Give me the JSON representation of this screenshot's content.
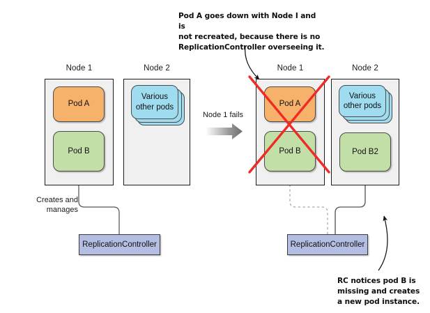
{
  "diagram": {
    "title": "ReplicationController pod recovery on node failure",
    "colors": {
      "node_fill": "#f0f0f0",
      "node_stroke": "#1d1d1d",
      "pod_a": "#f6b26b",
      "pod_b": "#c3dfa8",
      "various_pods": "#9fdcf0",
      "replication_controller": "#b4bee2",
      "failure_x": "#ee2b24",
      "arrow": "#555555"
    }
  },
  "left_scene": {
    "nodes": [
      {
        "label": "Node 1",
        "pods": [
          {
            "label": "Pod A",
            "style": "orange"
          },
          {
            "label": "Pod B",
            "style": "green"
          }
        ]
      },
      {
        "label": "Node 2",
        "pods": [
          {
            "label": "Various other pods",
            "style": "blue-stack"
          }
        ]
      }
    ],
    "controller": {
      "label": "ReplicationController"
    },
    "edge_label": "Creates and\nmanages",
    "edge_label_line1": "Creates and",
    "edge_label_line2": "manages"
  },
  "transition": {
    "label": "Node 1 fails"
  },
  "right_scene": {
    "nodes": [
      {
        "label": "Node 1",
        "failed": true,
        "pods": [
          {
            "label": "Pod A",
            "style": "orange"
          },
          {
            "label": "Pod B",
            "style": "green"
          }
        ]
      },
      {
        "label": "Node 2",
        "failed": false,
        "pods": [
          {
            "label": "Various other pods",
            "style": "blue-stack"
          },
          {
            "label": "Pod B2",
            "style": "green"
          }
        ]
      }
    ],
    "controller": {
      "label": "ReplicationController"
    }
  },
  "annotations": {
    "top": {
      "lines": [
        "Pod A goes down with Node I and is",
        "not recreated, because there is no",
        "ReplicationController overseeing it."
      ],
      "line1": "Pod A goes down with Node I and is",
      "line2": "not recreated, because there is no",
      "line3": "ReplicationController overseeing it."
    },
    "bottom_right": {
      "lines": [
        "RC notices pod B is",
        "missing and creates",
        "a new pod instance."
      ],
      "line1": "RC notices pod B is",
      "line2": "missing and creates",
      "line3": "a new pod instance."
    }
  }
}
